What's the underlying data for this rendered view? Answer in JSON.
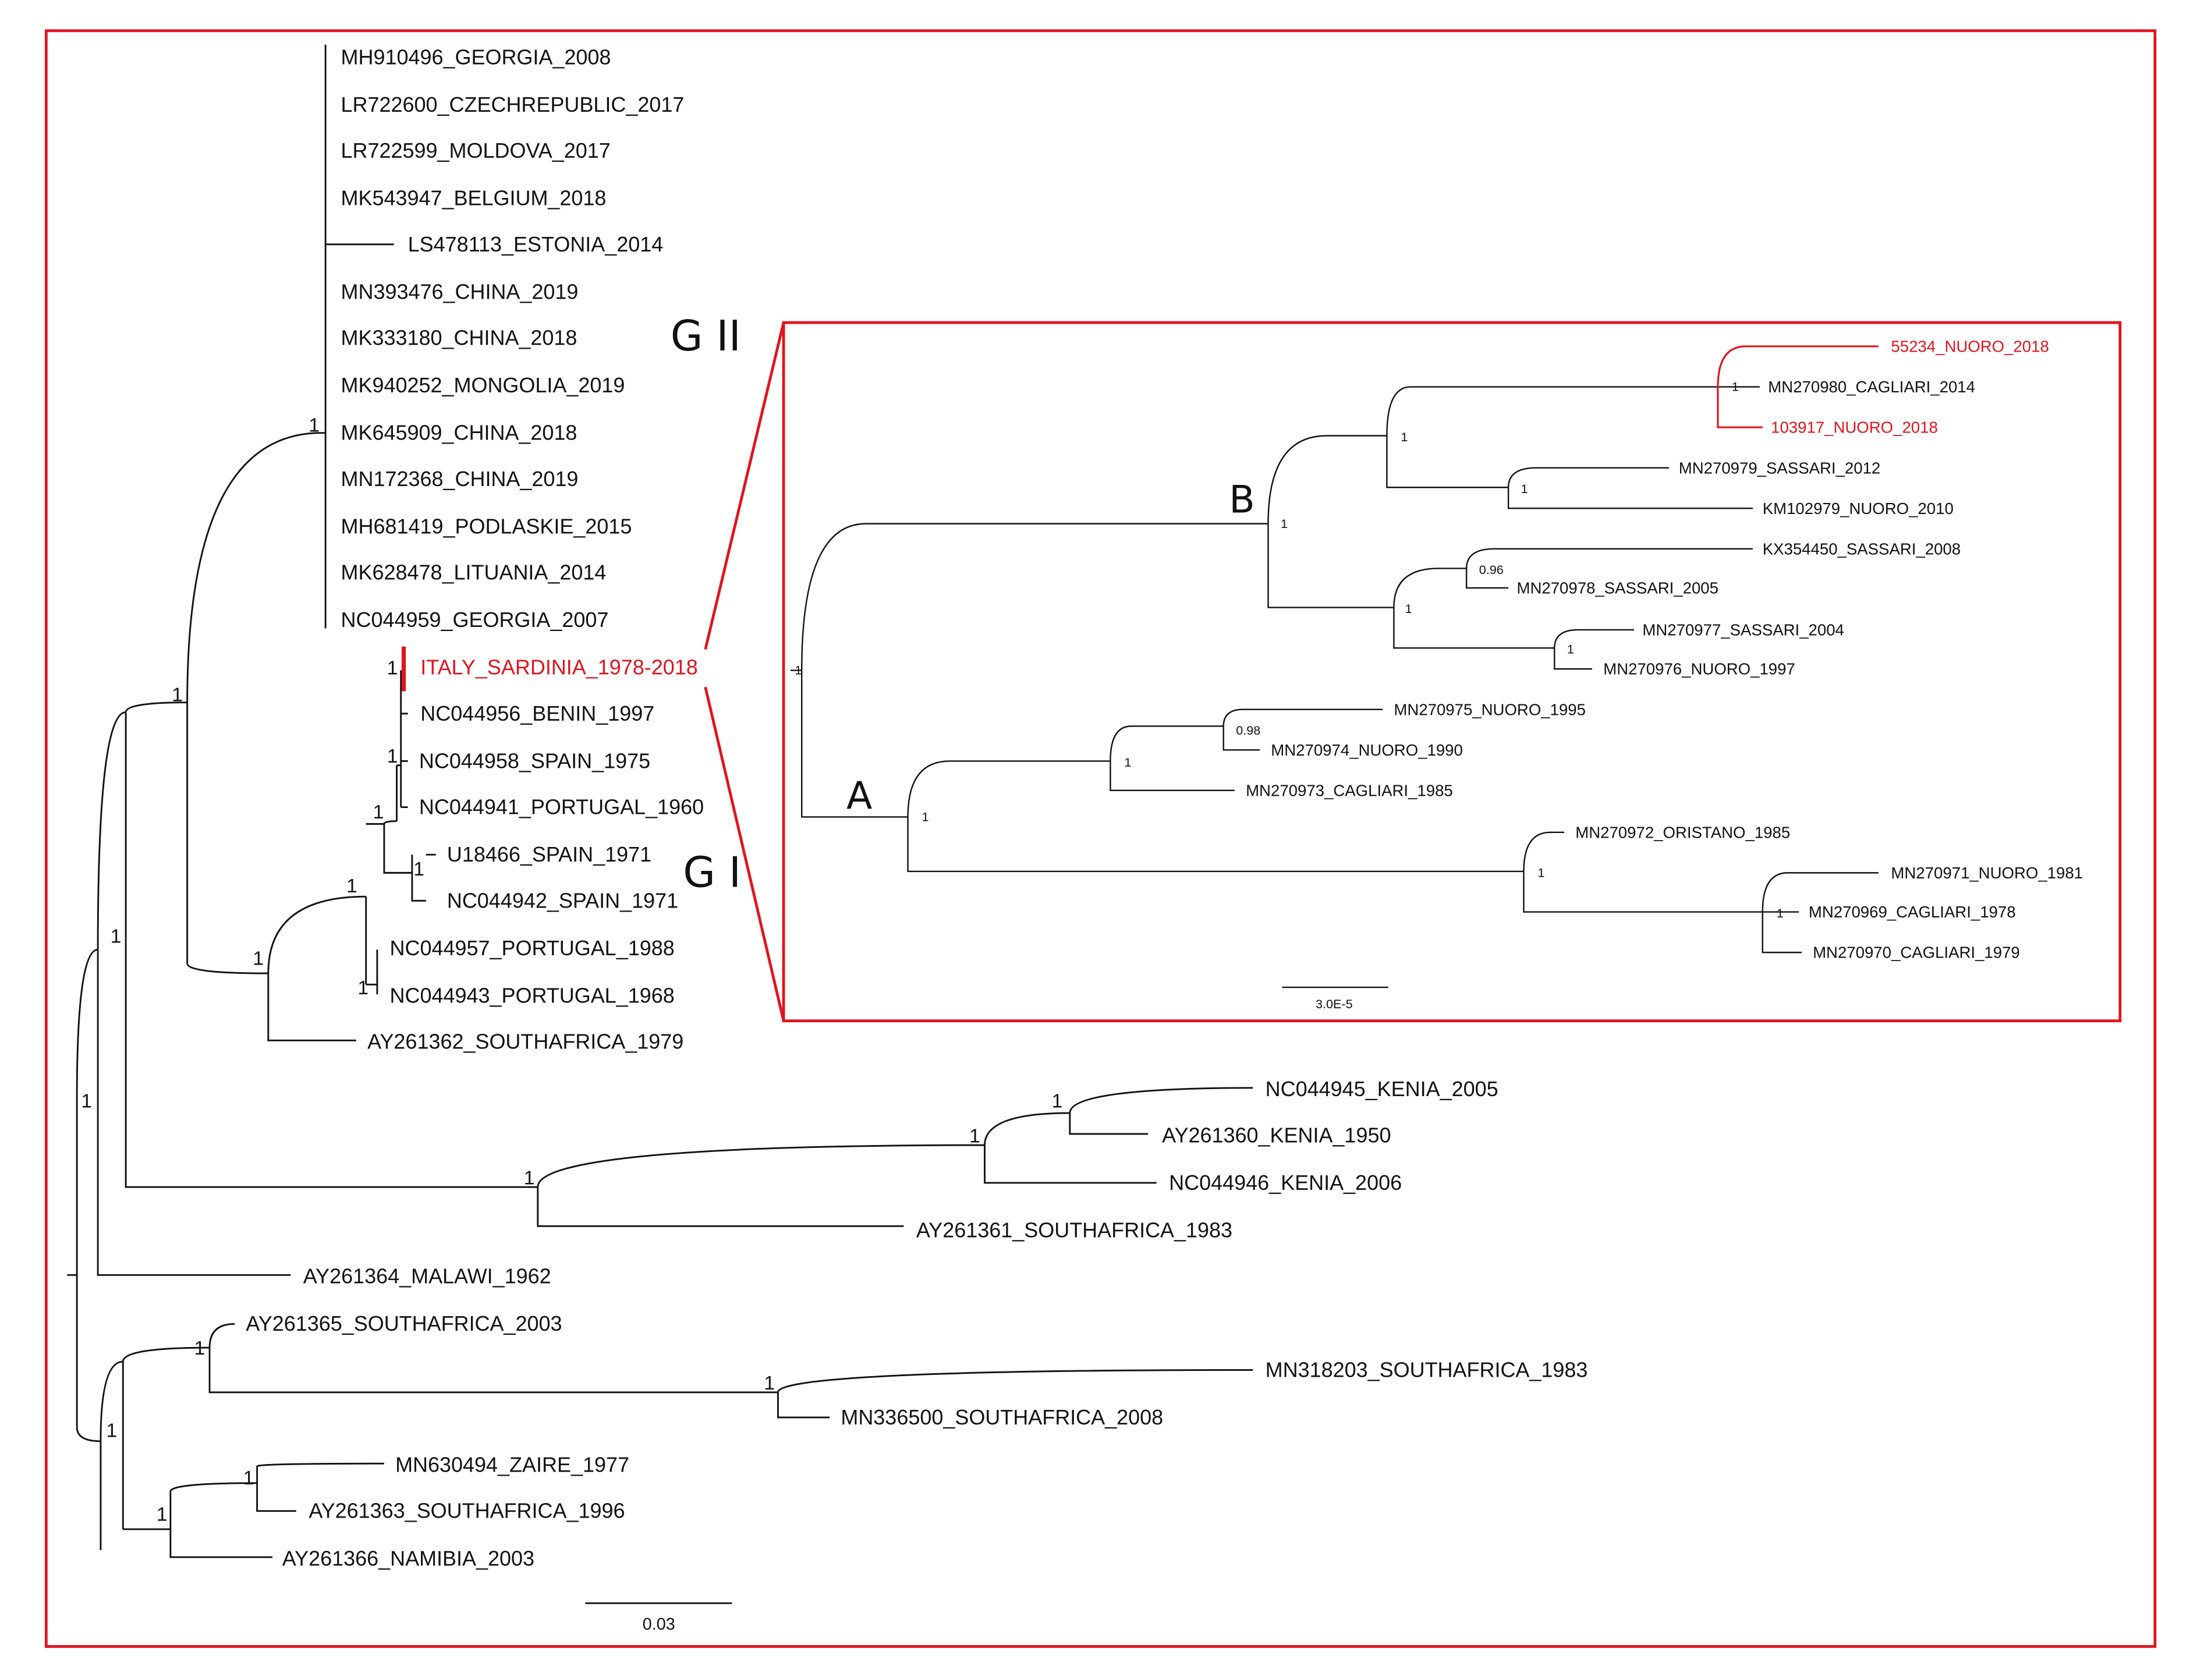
{
  "main_tree": {
    "leaves": [
      "MH910496_GEORGIA_2008",
      "LR722600_CZECHREPUBLIC_2017",
      "LR722599_MOLDOVA_2017",
      "MK543947_BELGIUM_2018",
      "LS478113_ESTONIA_2014",
      "MN393476_CHINA_2019",
      "MK333180_CHINA_2018",
      "MK940252_MONGOLIA_2019",
      "MK645909_CHINA_2018",
      "MN172368_CHINA_2019",
      "MH681419_PODLASKIE_2015",
      "MK628478_LITUANIA_2014",
      "NC044959_GEORGIA_2007",
      "ITALY_SARDINIA_1978-2018",
      "NC044956_BENIN_1997",
      "NC044958_SPAIN_1975",
      "NC044941_PORTUGAL_1960",
      "U18466_SPAIN_1971",
      "NC044942_SPAIN_1971",
      "NC044957_PORTUGAL_1988",
      "NC044943_PORTUGAL_1968",
      "AY261362_SOUTHAFRICA_1979",
      "NC044945_KENIA_2005",
      "AY261360_KENIA_1950",
      "NC044946_KENIA_2006",
      "AY261361_SOUTHAFRICA_1983",
      "AY261364_MALAWI_1962",
      "AY261365_SOUTHAFRICA_2003",
      "MN318203_SOUTHAFRICA_1983",
      "MN336500_SOUTHAFRICA_2008",
      "MN630494_ZAIRE_1977",
      "AY261363_SOUTHAFRICA_1996",
      "AY261366_NAMIBIA_2003"
    ],
    "highlighted_leaf": "ITALY_SARDINIA_1978-2018",
    "support_values": [
      "1",
      "1",
      "1",
      "1",
      "1",
      "1",
      "1",
      "1",
      "1",
      "1",
      "1",
      "1",
      "1",
      "1"
    ],
    "clade_labels": [
      "G II",
      "G I"
    ],
    "scale_bar": "0.03"
  },
  "inset_tree": {
    "leaves": [
      "55234_NUORO_2018",
      "MN270980_CAGLIARI_2014",
      "103917_NUORO_2018",
      "MN270979_SASSARI_2012",
      "KM102979_NUORO_2010",
      "KX354450_SASSARI_2008",
      "MN270978_SASSARI_2005",
      "MN270977_SASSARI_2004",
      "MN270976_NUORO_1997",
      "MN270975_NUORO_1995",
      "MN270974_NUORO_1990",
      "MN270973_CAGLIARI_1985",
      "MN270972_ORISTANO_1985",
      "MN270971_NUORO_1981",
      "MN270969_CAGLIARI_1978",
      "MN270970_CAGLIARI_1979"
    ],
    "highlighted_leaves": [
      "55234_NUORO_2018",
      "103917_NUORO_2018"
    ],
    "support_values": [
      "1",
      "1",
      "1",
      "0.96",
      "1",
      "1",
      "1",
      "0.98",
      "1",
      "1",
      "1",
      "1",
      "1"
    ],
    "clade_labels": [
      "B",
      "A"
    ],
    "scale_bar": "3.0E-5"
  },
  "colors": {
    "highlight": "#e0141e",
    "frame": "#e0141e",
    "line": "#111111"
  }
}
